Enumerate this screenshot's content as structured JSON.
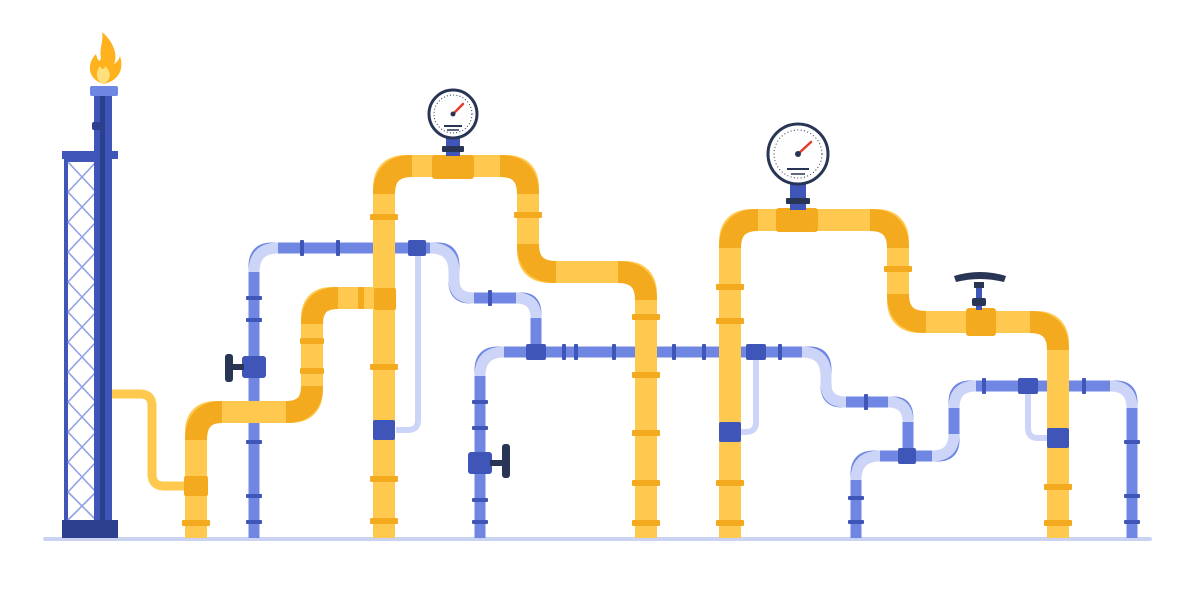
{
  "colors": {
    "background": "#ffffff",
    "yellow_pipe": "#FFC94F",
    "yellow_pipe_light": "#FFD66E",
    "yellow_pipe_dark": "#F3AA1E",
    "blue_pipe": "#6F86E2",
    "blue_pipe_light": "#CCD5F8",
    "blue_dark": "#4055B8",
    "navy": "#2D3F8F",
    "valve_dark": "#283554",
    "gauge_face": "#ffffff",
    "gauge_needle": "#E23B2E",
    "flame_outer": "#FFB11E",
    "flame_inner": "#FFE07D",
    "ground_line": "#CBD3F3"
  },
  "scene": {
    "flare_stack": {
      "icon": "flare-stack-icon",
      "flame": "flame-icon"
    },
    "gauges": [
      {
        "name": "pressure-gauge-left",
        "icon": "pressure-gauge-icon"
      },
      {
        "name": "pressure-gauge-right",
        "icon": "pressure-gauge-icon"
      }
    ],
    "valves": [
      {
        "name": "valve-handwheel-top",
        "icon": "handwheel-icon"
      },
      {
        "name": "valve-side-left",
        "icon": "valve-handle-icon"
      },
      {
        "name": "valve-side-middle",
        "icon": "valve-handle-icon"
      }
    ]
  }
}
